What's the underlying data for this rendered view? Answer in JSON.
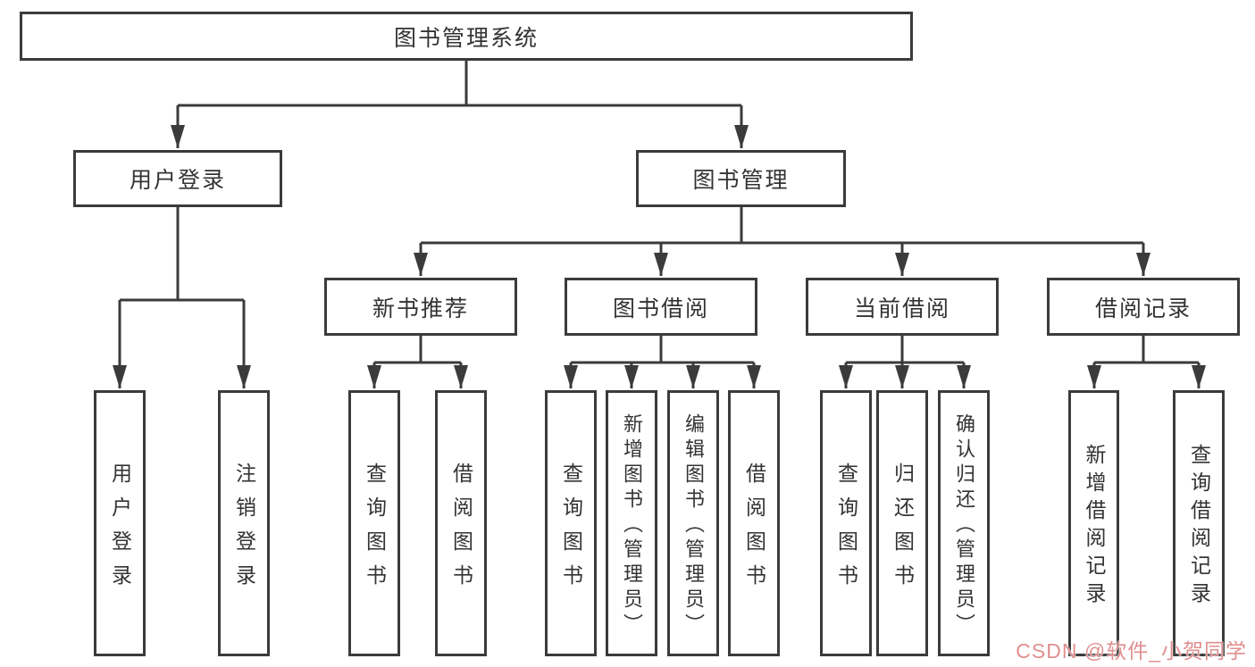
{
  "diagram_title": "图书管理系统",
  "nodes": {
    "root": {
      "label": "图书管理系统"
    },
    "user_login": {
      "label": "用户登录"
    },
    "book_management": {
      "label": "图书管理"
    },
    "new_book_recommend": {
      "label": "新书推荐"
    },
    "book_borrowing": {
      "label": "图书借阅"
    },
    "current_borrowing": {
      "label": "当前借阅"
    },
    "borrowing_records": {
      "label": "借阅记录"
    },
    "leaf_user_login": {
      "label": "用户登录"
    },
    "leaf_logout": {
      "label": "注销登录"
    },
    "leaf_query_books_recommend": {
      "label": "查询图书"
    },
    "leaf_borrow_books_recommend": {
      "label": "借阅图书"
    },
    "leaf_query_books_borrowing": {
      "label": "查询图书"
    },
    "leaf_add_books_admin": {
      "label": "新增图书（管理员）"
    },
    "leaf_edit_books_admin": {
      "label": "编辑图书（管理员）"
    },
    "leaf_borrow_books_borrowing": {
      "label": "借阅图书"
    },
    "leaf_query_books_current": {
      "label": "查询图书"
    },
    "leaf_return_books": {
      "label": "归还图书"
    },
    "leaf_confirm_return_admin": {
      "label": "确认归还（管理员）"
    },
    "leaf_add_borrow_record": {
      "label": "新增借阅记录"
    },
    "leaf_query_borrow_record": {
      "label": "查询借阅记录"
    }
  },
  "hierarchy": [
    {
      "parent": "图书管理系统",
      "children": [
        "用户登录",
        "图书管理"
      ]
    },
    {
      "parent": "用户登录",
      "children": [
        "用户登录",
        "注销登录"
      ]
    },
    {
      "parent": "图书管理",
      "children": [
        "新书推荐",
        "图书借阅",
        "当前借阅",
        "借阅记录"
      ]
    },
    {
      "parent": "新书推荐",
      "children": [
        "查询图书",
        "借阅图书"
      ]
    },
    {
      "parent": "图书借阅",
      "children": [
        "查询图书",
        "新增图书（管理员）",
        "编辑图书（管理员）",
        "借阅图书"
      ]
    },
    {
      "parent": "当前借阅",
      "children": [
        "查询图书",
        "归还图书",
        "确认归还（管理员）"
      ]
    },
    {
      "parent": "借阅记录",
      "children": [
        "新增借阅记录",
        "查询借阅记录"
      ]
    }
  ],
  "watermark": {
    "text": "CSDN @软件_小贺同学",
    "color": "#e08f8f"
  },
  "colors": {
    "line": "#3b3b3b",
    "box_background": "#ffffff",
    "page_background": "#ffffff"
  }
}
